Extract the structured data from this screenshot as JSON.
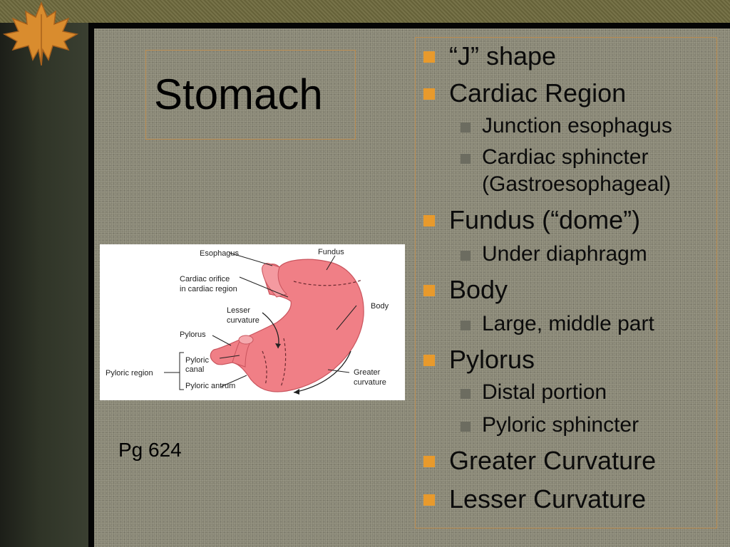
{
  "slide": {
    "title": "Stomach",
    "page_ref": "Pg 624",
    "bullets": [
      {
        "level": 1,
        "text": "“J” shape"
      },
      {
        "level": 1,
        "text": "Cardiac Region"
      },
      {
        "level": 2,
        "text": "Junction esophagus"
      },
      {
        "level": 2,
        "text": "Cardiac sphincter"
      },
      {
        "level": 2,
        "text": "(Gastroesophageal)"
      },
      {
        "level": 1,
        "text": " Fundus (“dome”)"
      },
      {
        "level": 2,
        "text": "Under diaphragm"
      },
      {
        "level": 1,
        "text": "Body"
      },
      {
        "level": 2,
        "text": "Large, middle part"
      },
      {
        "level": 1,
        "text": "Pylorus"
      },
      {
        "level": 2,
        "text": "Distal portion"
      },
      {
        "level": 2,
        "text": "Pyloric sphincter"
      },
      {
        "level": 1,
        "text": "Greater Curvature"
      },
      {
        "level": 1,
        "text": "Lesser Curvature"
      }
    ]
  },
  "diagram": {
    "labels": {
      "esophagus": "Esophagus",
      "fundus": "Fundus",
      "cardiac_orifice_1": "Cardiac orifice",
      "cardiac_orifice_2": "in cardiac region",
      "lesser_1": "Lesser",
      "lesser_2": "curvature",
      "body": "Body",
      "pylorus": "Pylorus",
      "pyloric_canal_1": "Pyloric",
      "pyloric_canal_2": "canal",
      "pyloric_region": "Pyloric region",
      "pyloric_antrum": "Pyloric antrum",
      "greater_1": "Greater",
      "greater_2": "curvature"
    }
  },
  "colors": {
    "bullet_level1": "#e89a2c",
    "bullet_level2": "#6c6c60",
    "stomach": "#f07f86",
    "frame_accent": "#b98a4e"
  }
}
